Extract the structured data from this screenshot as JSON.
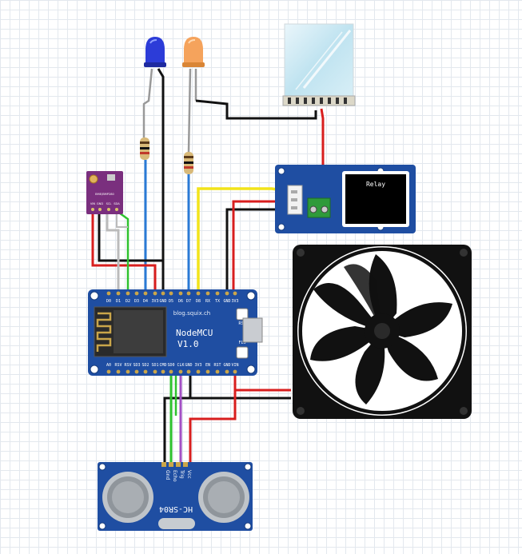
{
  "colors": {
    "board_blue": "#1f4ea2",
    "wire_red": "#d81e1e",
    "wire_black": "#111111",
    "wire_green": "#2ec22e",
    "wire_purple": "#a24fc4",
    "wire_yellow": "#f2e41a",
    "wire_blue": "#2a7ad6",
    "wire_grey": "#bbbbbb",
    "led_blue": "#2c3cd8",
    "led_orange": "#f5a35c",
    "sensor_purple": "#7a2f7e",
    "fan_black": "#111111"
  },
  "nodemcu": {
    "brand": "blog.squix.ch",
    "name": "NodeMCU",
    "version": "V1.0",
    "rst_label": "RST",
    "flash_label": "FLS",
    "top_pins": [
      "D0",
      "D1",
      "D2",
      "D3",
      "D4",
      "3V3",
      "GND",
      "D5",
      "D6",
      "D7",
      "D8",
      "RX",
      "TX",
      "GND",
      "3V3"
    ],
    "bottom_pins": [
      "A0",
      "RSV",
      "RSV",
      "SD3",
      "SD2",
      "SD1",
      "CMD",
      "SD0",
      "CLK",
      "GND",
      "3V3",
      "EN",
      "RST",
      "GND",
      "VIN"
    ]
  },
  "relay": {
    "label": "Relay"
  },
  "bme": {
    "label": "BME/BMP280",
    "pins": [
      "VIN",
      "GND",
      "SCL",
      "SDA"
    ]
  },
  "ultrasonic": {
    "name": "HC-SR04",
    "pins": [
      "Vcc",
      "Trig",
      "Echo",
      "Gnd"
    ]
  },
  "components": {
    "blue_led": "blue-led",
    "orange_led": "orange-led",
    "fan": "cooling-fan",
    "heater": "peltier-module"
  }
}
